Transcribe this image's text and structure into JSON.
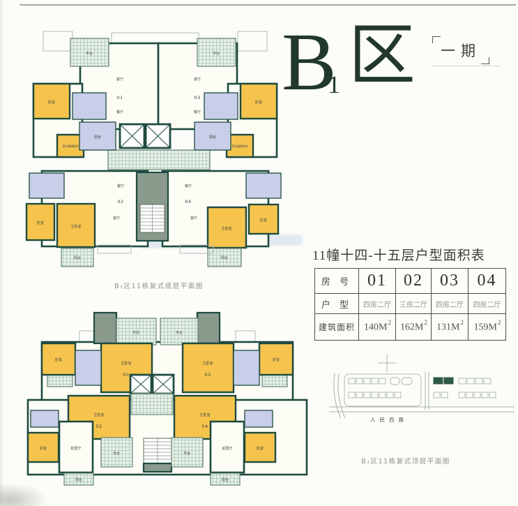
{
  "header": {
    "title_letter": "B",
    "title_sub": "1",
    "title_char": "区",
    "phase": "一期"
  },
  "area_table": {
    "title": "11幢十四-十五层户型面积表",
    "row_headers": [
      "房 号",
      "户 型",
      "建筑面积"
    ],
    "room_numbers": [
      "01",
      "02",
      "03",
      "04"
    ],
    "unit_types": [
      "四房二厅",
      "三房二厅",
      "四房二厅",
      "四房二厅"
    ],
    "areas": [
      {
        "v": "140M",
        "s": "2"
      },
      {
        "v": "162M",
        "s": "2"
      },
      {
        "v": "131M",
        "s": "2"
      },
      {
        "v": "159M",
        "s": "2"
      }
    ]
  },
  "plan_ground": {
    "caption": "B₁区11栋复式底层平面图",
    "units": [
      "01",
      "02",
      "03",
      "04"
    ],
    "labels": {
      "pingtai": "平台",
      "keting": "客厅",
      "canting": "餐厅",
      "woshi": "卧室",
      "zhu_woshi": "主卧室",
      "chufang": "厨房",
      "jiawu": "家务兼储物间",
      "yangtai": "阳台"
    }
  },
  "plan_roof": {
    "caption": "B₁区11栋复式顶层平面图",
    "units": [
      "01",
      "02",
      "03",
      "04"
    ],
    "labels": {
      "tiantai": "天台",
      "woshi": "卧室",
      "zhu_woshi": "主卧室",
      "qijuting": "起居厅",
      "yangtai": "阳台"
    }
  },
  "site_map": {
    "road": "人民西路"
  }
}
